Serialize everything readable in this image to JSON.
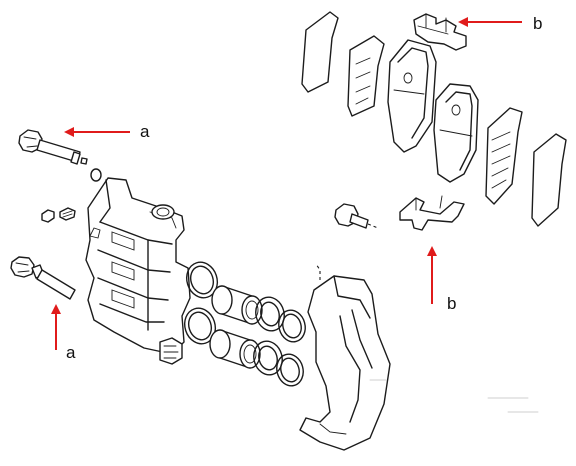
{
  "callouts": {
    "a_upper": "a",
    "a_lower": "a",
    "b_upper": "b",
    "b_lower": "b"
  },
  "colors": {
    "arrow": "#e01b1b",
    "line": "#1c1c1c",
    "background": "#ffffff"
  }
}
